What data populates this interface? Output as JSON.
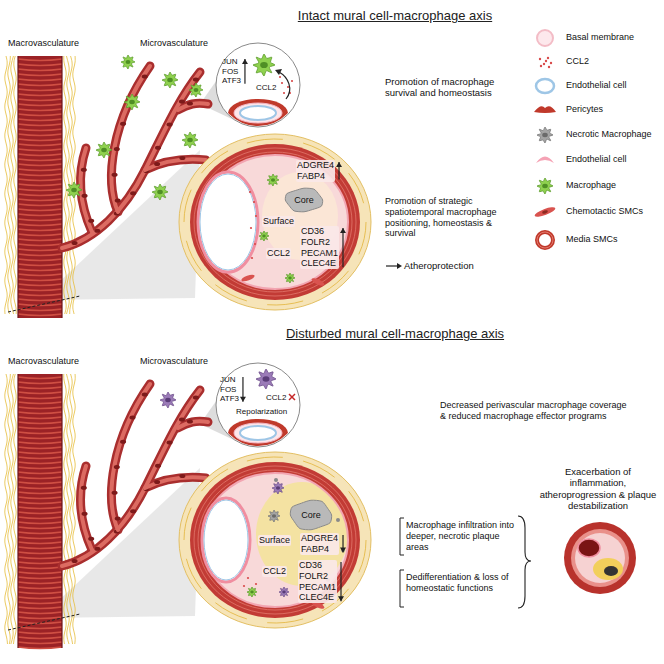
{
  "diagram": {
    "nodes": [
      {
        "text": [
          "JUN FOS ATF3",
          "CCL2"
        ]
      },
      {
        "text": [
          "Surface",
          "ADGRE4 FABP4",
          "CD36 FOLR2 PECAM1 CLEC4E",
          "CCL2"
        ]
      },
      {
        "text": [
          "Core"
        ],
        "in": 1
      },
      {
        "text": [
          "JUN FOS ATF3",
          "Repolarization",
          "CCL2"
        ]
      },
      {
        "text": [
          "Surface",
          "ADGRE4 FABP4",
          "CD36 FOLR2 PECAM1 CLEC4E",
          "CCL2"
        ]
      },
      {
        "text": [
          "Core"
        ],
        "in": 4
      }
    ],
    "labels": [
      "Intact mural cell-macrophage axis",
      "Macrovasculature",
      "Microvasculature",
      "Promotion of macrophage survival and homeostasis",
      "Promotion of strategic spatiotemporal macrophage positioning, homeostasis & survival",
      "Atheroprotection",
      "Disturbed mural cell-macrophage axis",
      "Macrovasculature",
      "Microvasculature",
      "Decreased perivascular macrophage coverage & reduced macrophage effector programs",
      "Macrophage infiltration into deeper, necrotic plaque areas",
      "Dedifferentiation & loss of homeostatic functions",
      "Exacerbation of inflammation, atheroprogression & plaque destabilization"
    ],
    "legend": [
      {
        "text": "Basal membrane"
      },
      {
        "text": "CCL2"
      },
      {
        "text": "Endothelial cell"
      },
      {
        "text": "Pericytes"
      },
      {
        "text": "Necrotic Macrophage"
      },
      {
        "text": "Endothelial cell"
      },
      {
        "text": "Macrophage"
      },
      {
        "text": "Chemotactic SMCs"
      },
      {
        "text": "Media SMCs"
      }
    ]
  }
}
